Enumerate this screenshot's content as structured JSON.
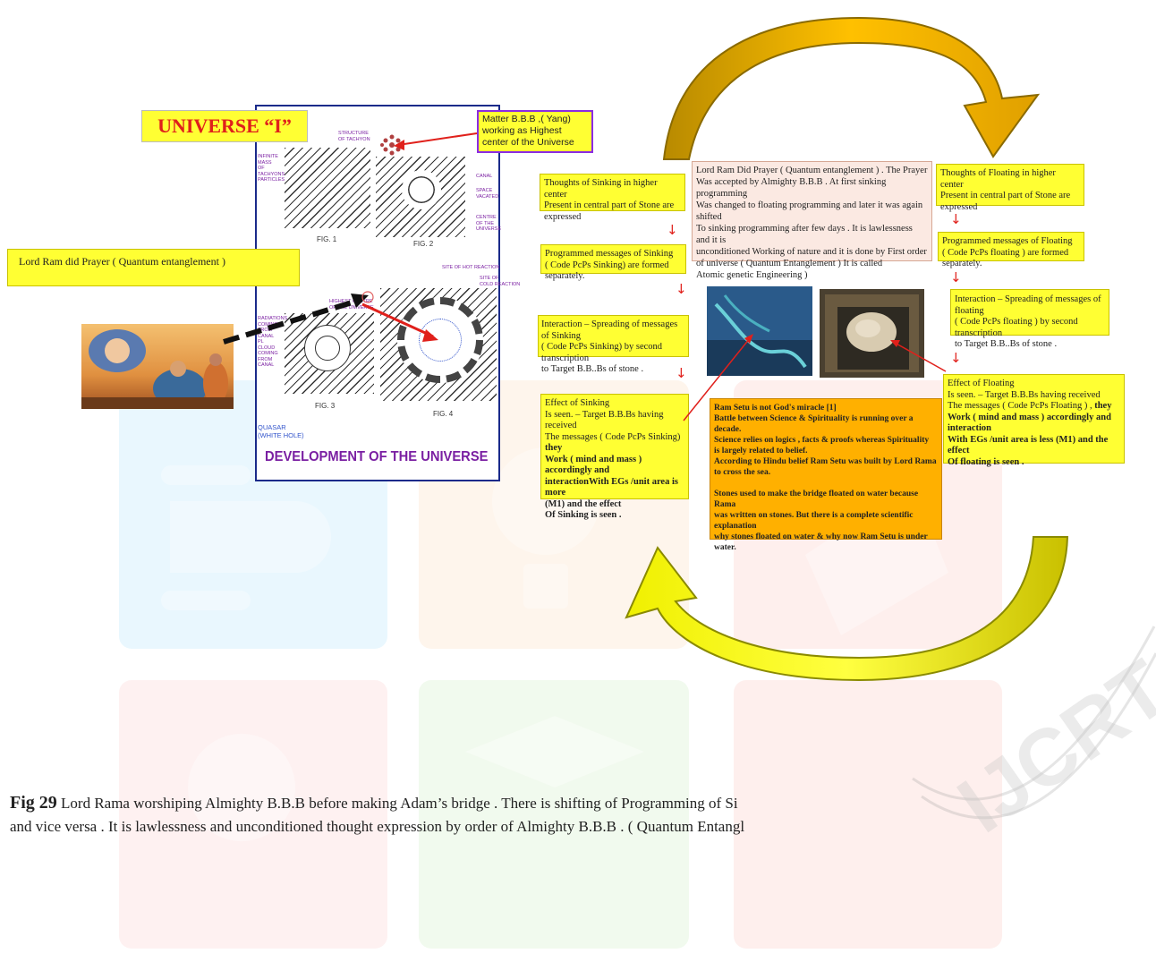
{
  "universe_panel": {
    "title": "UNIVERSE “I”",
    "matter_box": [
      "Matter B.B.B ,( Yang)",
      "working as Highest",
      "center of the Universe"
    ],
    "structure_label": [
      "STRUCTURE",
      "OF TACHYON"
    ],
    "fig1_left_label": [
      "INFINITE",
      "MASS",
      "OF",
      "TACHYONS",
      "PARTICLES"
    ],
    "fig2_labels": {
      "canal": "CANAL",
      "space": [
        "SPACE",
        "VACATED"
      ],
      "centre": [
        "CENTRE",
        "OF THE",
        "UNIVERSE"
      ]
    },
    "highest_centre_label": [
      "HIGHEST CENTRE",
      "OF THE UNIVERSE"
    ],
    "hot_reaction_label": "SITE OF HOT REACTION",
    "cold_reaction_label": [
      "SITE OF",
      "COLD REACTION"
    ],
    "fig3_left_label": [
      "RADIATIONS",
      "COMING",
      "FROM",
      "CANAL",
      "PL",
      "CLOUD",
      "COMING",
      "FROM",
      "CANAL"
    ],
    "quasar_label": [
      "QUASAR",
      "(WHITE HOLE)"
    ],
    "fig1": "FIG. 1",
    "fig2": "FIG. 2",
    "fig3": "FIG. 3",
    "fig4": "FIG. 4",
    "footer": "DEVELOPMENT OF THE UNIVERSE"
  },
  "prayer_box": "Lord Ram did Prayer ( Quantum entanglement )",
  "center_box": [
    "Lord Ram Did Prayer ( Quantum entanglement ) . The Prayer",
    "Was accepted by Almighty B.B.B . At first sinking programming",
    "Was changed to floating programming and later it was again shifted",
    "To sinking programming after few days . It is lawlessness and it is",
    "unconditioned Working of nature and it is done by First order",
    "of universe ( Quantum Entanglement ) It is called",
    "Atomic genetic Engineering )"
  ],
  "sinking": {
    "thoughts": [
      "Thoughts of Sinking in higher center",
      "Present in central part of Stone are expressed"
    ],
    "programmed": [
      "Programmed messages of Sinking",
      "( Code PcPs Sinking) are formed separately."
    ],
    "interaction": [
      "Interaction – Spreading of messages of Sinking",
      "( Code PcPs Sinking) by second transcription",
      "to Target B.B..Bs of stone ."
    ],
    "effect_plain": [
      "Effect of Sinking",
      "Is seen. – Target B.B.Bs having received",
      "The messages ( Code PcPs Sinking)"
    ],
    "effect_bold_inline": "they",
    "effect_bold": [
      "Work ( mind and mass ) accordingly and",
      "interactionWith EGs /unit area is more",
      "(M1) and the effect",
      "Of Sinking is seen ."
    ]
  },
  "floating": {
    "thoughts": [
      "Thoughts of Floating in higher center",
      "Present in central part of Stone are expressed"
    ],
    "programmed": [
      "Programmed messages of Floating",
      "( Code PcPs floating ) are formed separately."
    ],
    "interaction": [
      "Interaction – Spreading of messages of floating",
      "( Code PcPs floating ) by second transcription",
      "to Target B.B..Bs of stone ."
    ],
    "effect_plain": [
      "Effect of Floating",
      "Is seen. – Target B.B.Bs having received",
      "The messages ( Code PcPs Floating ) ,"
    ],
    "effect_bold_inline": "they",
    "effect_bold": [
      "Work ( mind and mass ) accordingly and interaction",
      "With EGs /unit area is less (M1) and the effect",
      "Of floating is seen ."
    ]
  },
  "ram_setu_box": [
    "Ram Setu is not God's miracle [1]",
    "Battle between Science & Spirituality is running over a decade.",
    "Science relies on logics , facts & proofs whereas Spirituality",
    "is largely related to belief.",
    "According to Hindu belief Ram Setu was built by Lord Rama",
    "to cross the sea.",
    "",
    "Stones used to make the bridge floated on water because Rama",
    "was written on stones. But there is a complete scientific explanation",
    "why stones floated on water & why now Ram Setu is under water."
  ],
  "caption": {
    "fig_no": "Fig 29",
    "line1": "Lord Rama worshiping Almighty B.B.B before making Adam’s bridge . There is shifting of Programming of Si",
    "line2": "and vice versa . It is lawlessness and unconditioned thought expression by order of Almighty B.B.B . ( Quantum Entangl"
  },
  "watermark_text": "IJCRT",
  "colors": {
    "yellow": "#ffff33",
    "orange": "#ffb000",
    "pink": "#fbe9e2",
    "red": "#e0201b",
    "purple": "#7a1fa2",
    "navy": "#1a2a8a"
  }
}
